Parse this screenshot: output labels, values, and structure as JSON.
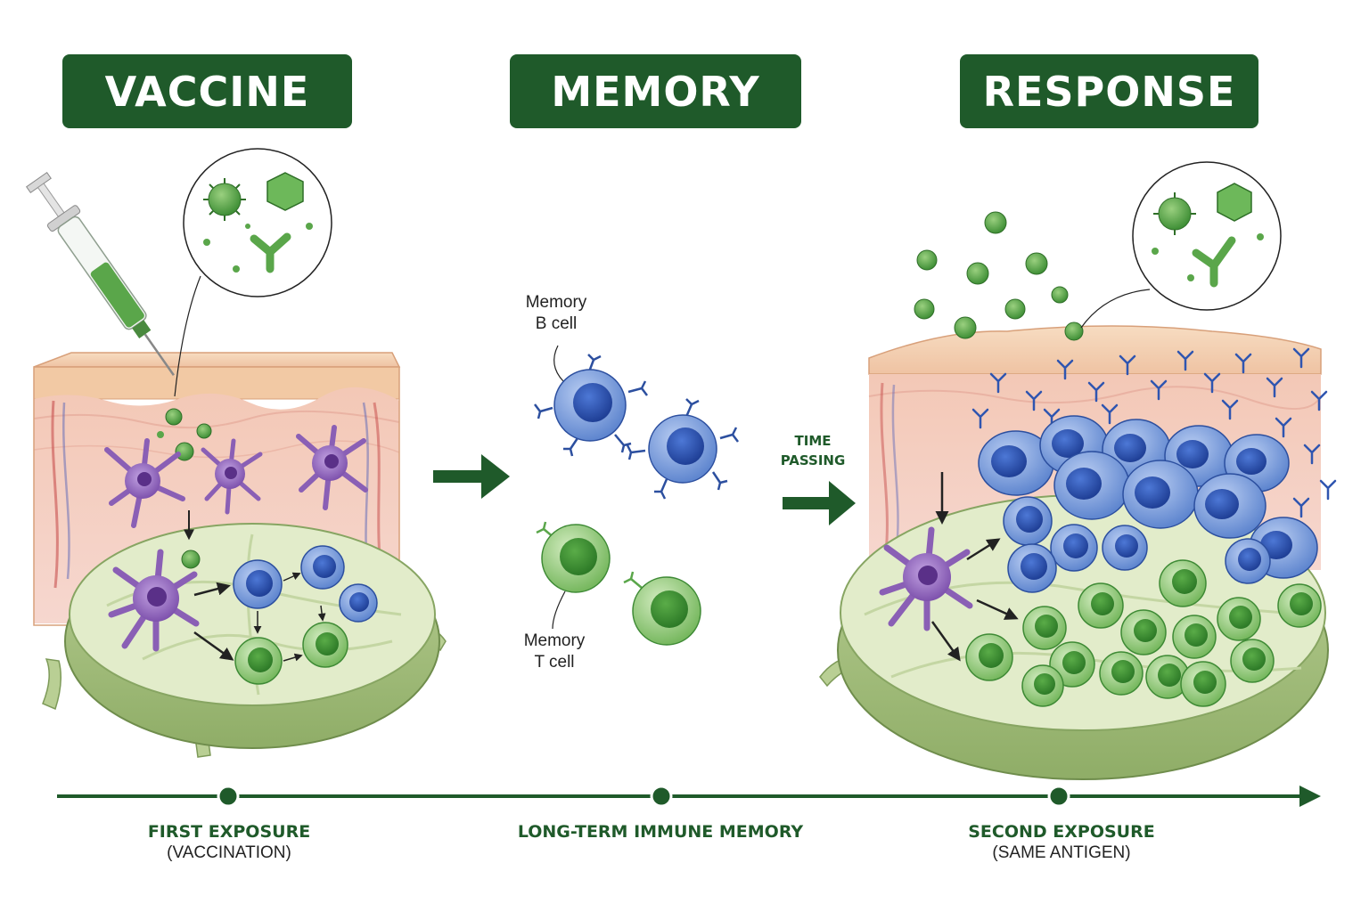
{
  "headers": {
    "vaccine": "VACCINE",
    "memory": "MEMORY",
    "response": "RESPONSE"
  },
  "middle_labels": {
    "memory_b_line1": "Memory",
    "memory_b_line2": "B cell",
    "memory_t_line1": "Memory",
    "memory_t_line2": "T cell"
  },
  "transition": {
    "line1": "TIME",
    "line2": "PASSING"
  },
  "timeline": {
    "stages": [
      {
        "title": "FIRST EXPOSURE",
        "subtitle": "(VACCINATION)"
      },
      {
        "title": "LONG-TERM IMMUNE MEMORY",
        "subtitle": ""
      },
      {
        "title": "SECOND EXPOSURE",
        "subtitle": "(SAME ANTIGEN)"
      }
    ]
  },
  "colors": {
    "banner": "#1f5a2a",
    "b_cell": "#3f6fc4",
    "t_cell": "#5aa64a",
    "dendritic_cell": "#8a5fb5",
    "skin": "#f1c3b5",
    "lymph_node": "#dfe9c6"
  }
}
